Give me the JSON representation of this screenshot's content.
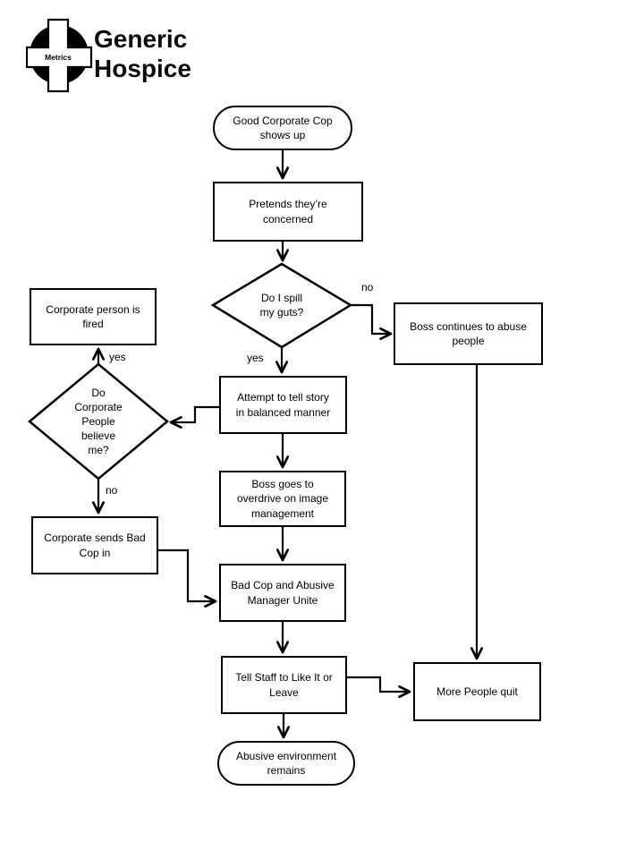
{
  "page": {
    "background": "#ffffff"
  },
  "logo": {
    "badge_text": "Metrics",
    "title_line1": "Generic",
    "title_line2": "Hospice"
  },
  "flowchart": {
    "colors": {
      "stroke": "#000000",
      "shape_fill": "#ffffff",
      "text": "#000000"
    },
    "nodes": {
      "start": "Good Corporate Cop\nshows up",
      "pretend": "Pretends they’re\nconcerned",
      "spill": "Do I spill\nmy guts?",
      "boss_abuse": "Boss continues to abuse\npeople",
      "attempt": "Attempt  to tell story\nin balanced manner",
      "believe": "Do\nCorporate\nPeople\nbelieve\nme?",
      "fired": "Corporate person is\nfired",
      "bad_cop": "Corporate sends Bad\nCop in",
      "overdrive": "Boss goes to\noverdrive on image\nmanagement",
      "unite": "Bad Cop and Abusive\nManager Unite",
      "like_it": "Tell Staff to Like It or\nLeave",
      "quit": "More People quit",
      "end": "Abusive environment\nremains"
    },
    "edge_labels": {
      "spill_no": "no",
      "spill_yes": "yes",
      "believe_yes": "yes",
      "believe_no": "no"
    }
  }
}
